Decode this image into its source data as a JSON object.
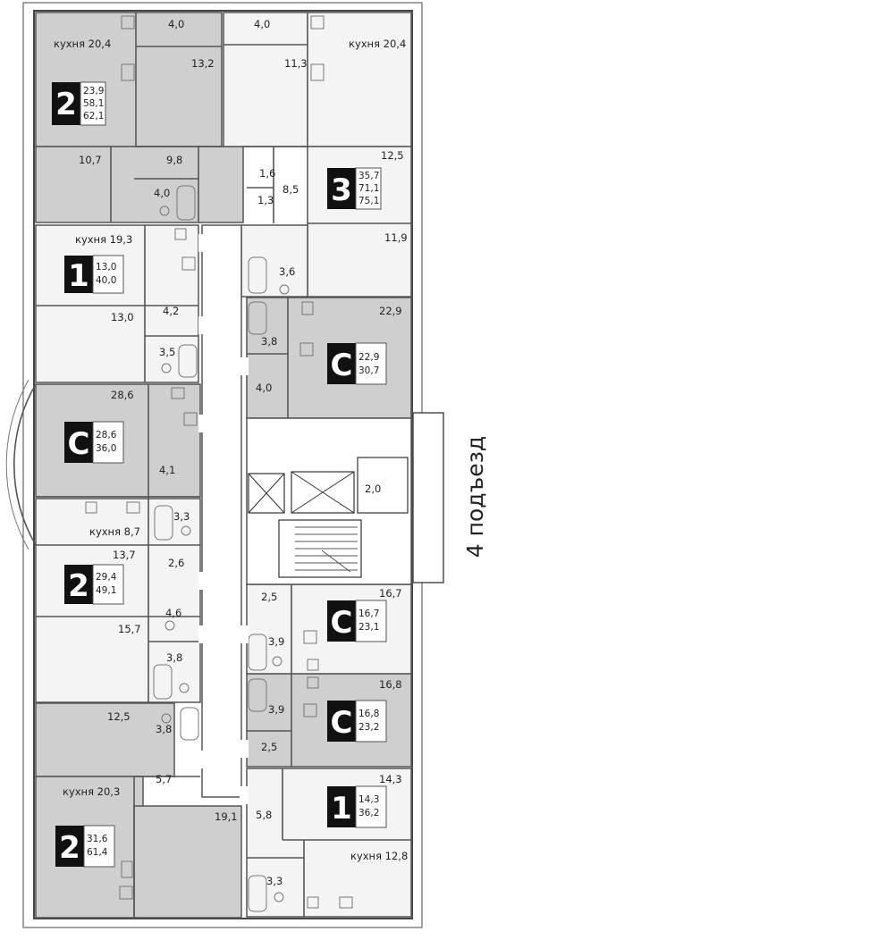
{
  "colors": {
    "apartment_gray": "#cfcfcf",
    "room_light": "#f2f2f2",
    "corridor": "#ffffff",
    "wall": "#555555",
    "tile_dark": "#111111"
  },
  "entrance_label": "4 подъезд",
  "apartments": [
    {
      "id": "apt-2-top",
      "rooms": "2",
      "areas": [
        "23,9",
        "58,1",
        "62,1"
      ]
    },
    {
      "id": "apt-3",
      "rooms": "3",
      "areas": [
        "35,7",
        "71,1",
        "75,1"
      ]
    },
    {
      "id": "apt-1-upper",
      "rooms": "1",
      "areas": [
        "13,0",
        "40,0"
      ]
    },
    {
      "id": "apt-c-right-upper",
      "rooms": "С",
      "areas": [
        "22,9",
        "30,7"
      ]
    },
    {
      "id": "apt-c-left",
      "rooms": "С",
      "areas": [
        "28,6",
        "36,0"
      ]
    },
    {
      "id": "apt-2-mid",
      "rooms": "2",
      "areas": [
        "29,4",
        "49,1"
      ]
    },
    {
      "id": "apt-c-right-mid",
      "rooms": "С",
      "areas": [
        "16,7",
        "23,1"
      ]
    },
    {
      "id": "apt-c-right-low",
      "rooms": "С",
      "areas": [
        "16,8",
        "23,2"
      ]
    },
    {
      "id": "apt-1-lower",
      "rooms": "1",
      "areas": [
        "14,3",
        "36,2"
      ]
    },
    {
      "id": "apt-2-bottom",
      "rooms": "2",
      "areas": [
        "31,6",
        "61,4"
      ]
    }
  ],
  "room_labels": [
    "кухня 20,4",
    "4,0",
    "4,0",
    "кухня 20,4",
    "13,2",
    "11,3",
    "10,7",
    "9,8",
    "12,5",
    "1,6",
    "8,5",
    "4,0",
    "1,3",
    "кухня 19,3",
    "11,9",
    "3,6",
    "13,0",
    "4,2",
    "22,9",
    "3,8",
    "3,5",
    "4,0",
    "28,6",
    "4,1",
    "2,0",
    "3,3",
    "кухня 8,7",
    "13,7",
    "2,6",
    "2,5",
    "16,7",
    "4,6",
    "3,9",
    "15,7",
    "3,8",
    "16,8",
    "3,9",
    "12,5",
    "3,8",
    "2,5",
    "5,7",
    "14,3",
    "кухня 20,3",
    "19,1",
    "5,8",
    "кухня 12,8",
    "3,3"
  ]
}
